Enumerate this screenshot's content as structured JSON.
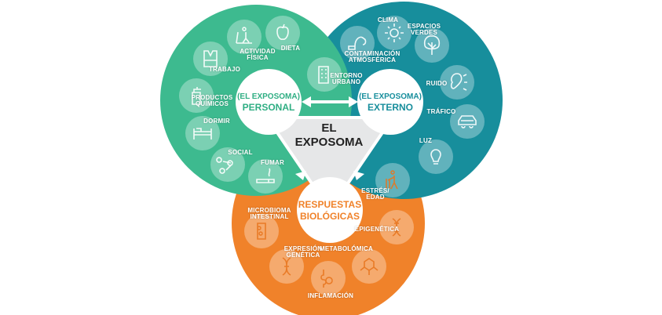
{
  "colors": {
    "personal": "#3dba8f",
    "externo": "#178e9c",
    "biologicas": "#f0822a",
    "center": "#e6e7e8"
  },
  "center": {
    "line1": "EL",
    "line2": "EXPOSOMA"
  },
  "personal": {
    "line1": "(EL EXPOSOMA)",
    "line2": "PERSONAL",
    "items": [
      {
        "label": "ACTIVIDAD\nFÍSICA",
        "icon": "treadmill-icon"
      },
      {
        "label": "DIETA",
        "icon": "apple-icon"
      },
      {
        "label": "TRABAJO",
        "icon": "vest-icon"
      },
      {
        "label": "PRODUCTOS\nQUÍMICOS",
        "icon": "spray-bottle-icon"
      },
      {
        "label": "DORMIR",
        "icon": "bed-icon"
      },
      {
        "label": "SOCIAL",
        "icon": "network-icon"
      },
      {
        "label": "FUMAR",
        "icon": "cigarette-icon"
      }
    ]
  },
  "externo": {
    "line1": "(EL EXPOSOMA)",
    "line2": "EXTERNO",
    "items": [
      {
        "label": "CONTAMINACIÓN\nATMOSFÉRICA",
        "icon": "smoke-icon"
      },
      {
        "label": "CLIMA",
        "icon": "sun-icon"
      },
      {
        "label": "ESPACIOS\nVERDES",
        "icon": "tree-icon"
      },
      {
        "label": "ENTORNO\nURBANO",
        "icon": "building-icon"
      },
      {
        "label": "RUIDO",
        "icon": "ear-icon"
      },
      {
        "label": "TRÁFICO",
        "icon": "car-icon"
      },
      {
        "label": "LUZ",
        "icon": "lightbulb-icon"
      }
    ]
  },
  "biologicas": {
    "line1": "RESPUESTAS",
    "line2": "BIOLÓGICAS",
    "items": [
      {
        "label": "ESTRÉS/\nEDAD",
        "icon": "elderly-walker-icon"
      },
      {
        "label": "MICROBIOMA\nINTESTINAL",
        "icon": "bacteria-icon"
      },
      {
        "label": "EPIGENÉTICA",
        "icon": "dna-icon"
      },
      {
        "label": "EXPRESIÓN\nGENÉTICA",
        "icon": "dna-helix-icon"
      },
      {
        "label": "METABOLÓMICA",
        "icon": "molecule-icon"
      },
      {
        "label": "INFLAMACIÓN",
        "icon": "intestine-icon"
      }
    ]
  }
}
